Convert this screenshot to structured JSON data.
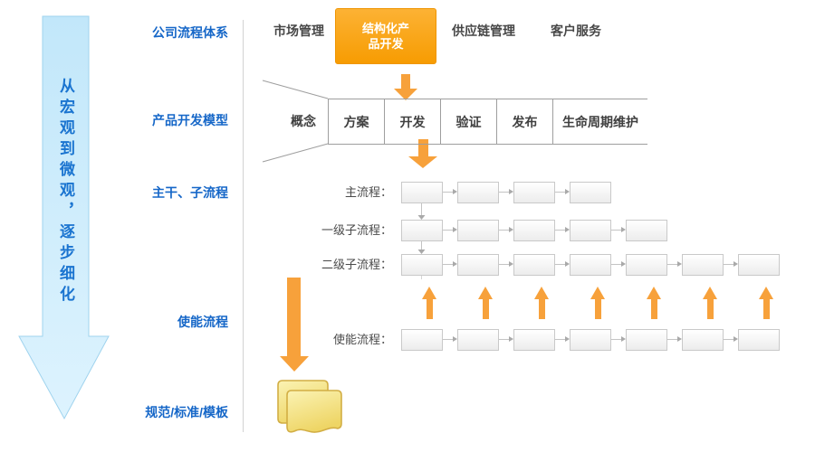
{
  "left_arrow": {
    "text": "从宏观到微观，逐步细化"
  },
  "sidebar": {
    "process_system": "公司流程体系",
    "dev_model": "产品开发模型",
    "main_sub": "主干、子流程",
    "enabling": "使能流程",
    "standards": "规范/标准/模板"
  },
  "top_processes": {
    "items": [
      {
        "label": "市场管理",
        "highlighted": false
      },
      {
        "label": "结构化产品开发",
        "highlighted": true
      },
      {
        "label": "供应链管理",
        "highlighted": false
      },
      {
        "label": "客户服务",
        "highlighted": false
      }
    ]
  },
  "dev_stages": {
    "cells": [
      "概念",
      "方案",
      "开发",
      "验证",
      "发布",
      "生命周期维护"
    ]
  },
  "process_rows": [
    {
      "label": "主流程：",
      "box_count": 4
    },
    {
      "label": "一级子流程：",
      "box_count": 5
    },
    {
      "label": "二级子流程：",
      "box_count": 7
    },
    {
      "label": "使能流程：",
      "box_count": 7
    }
  ],
  "up_arrow_count": 7,
  "icons": {
    "big_blue_down_arrow": "blue-down-arrow-icon",
    "orange_down_arrows": "orange-down-arrow-icon",
    "orange_up_arrows": "orange-up-arrow-icon",
    "documents": "documents-stack-icon"
  },
  "colors": {
    "accent_orange": "#f7a13b",
    "highlight_box_gradient_top": "#fcb234",
    "highlight_box_gradient_bottom": "#f79c02",
    "blue_label": "#1667c8",
    "blue_arrow_fill": "#cdecfb",
    "blue_arrow_border": "#9fd3ee",
    "stage_border": "#9e9e9e",
    "flow_box_border": "#c9c9c9",
    "connector_gray": "#b3b3b3",
    "note_yellow": "#f3da6d"
  }
}
